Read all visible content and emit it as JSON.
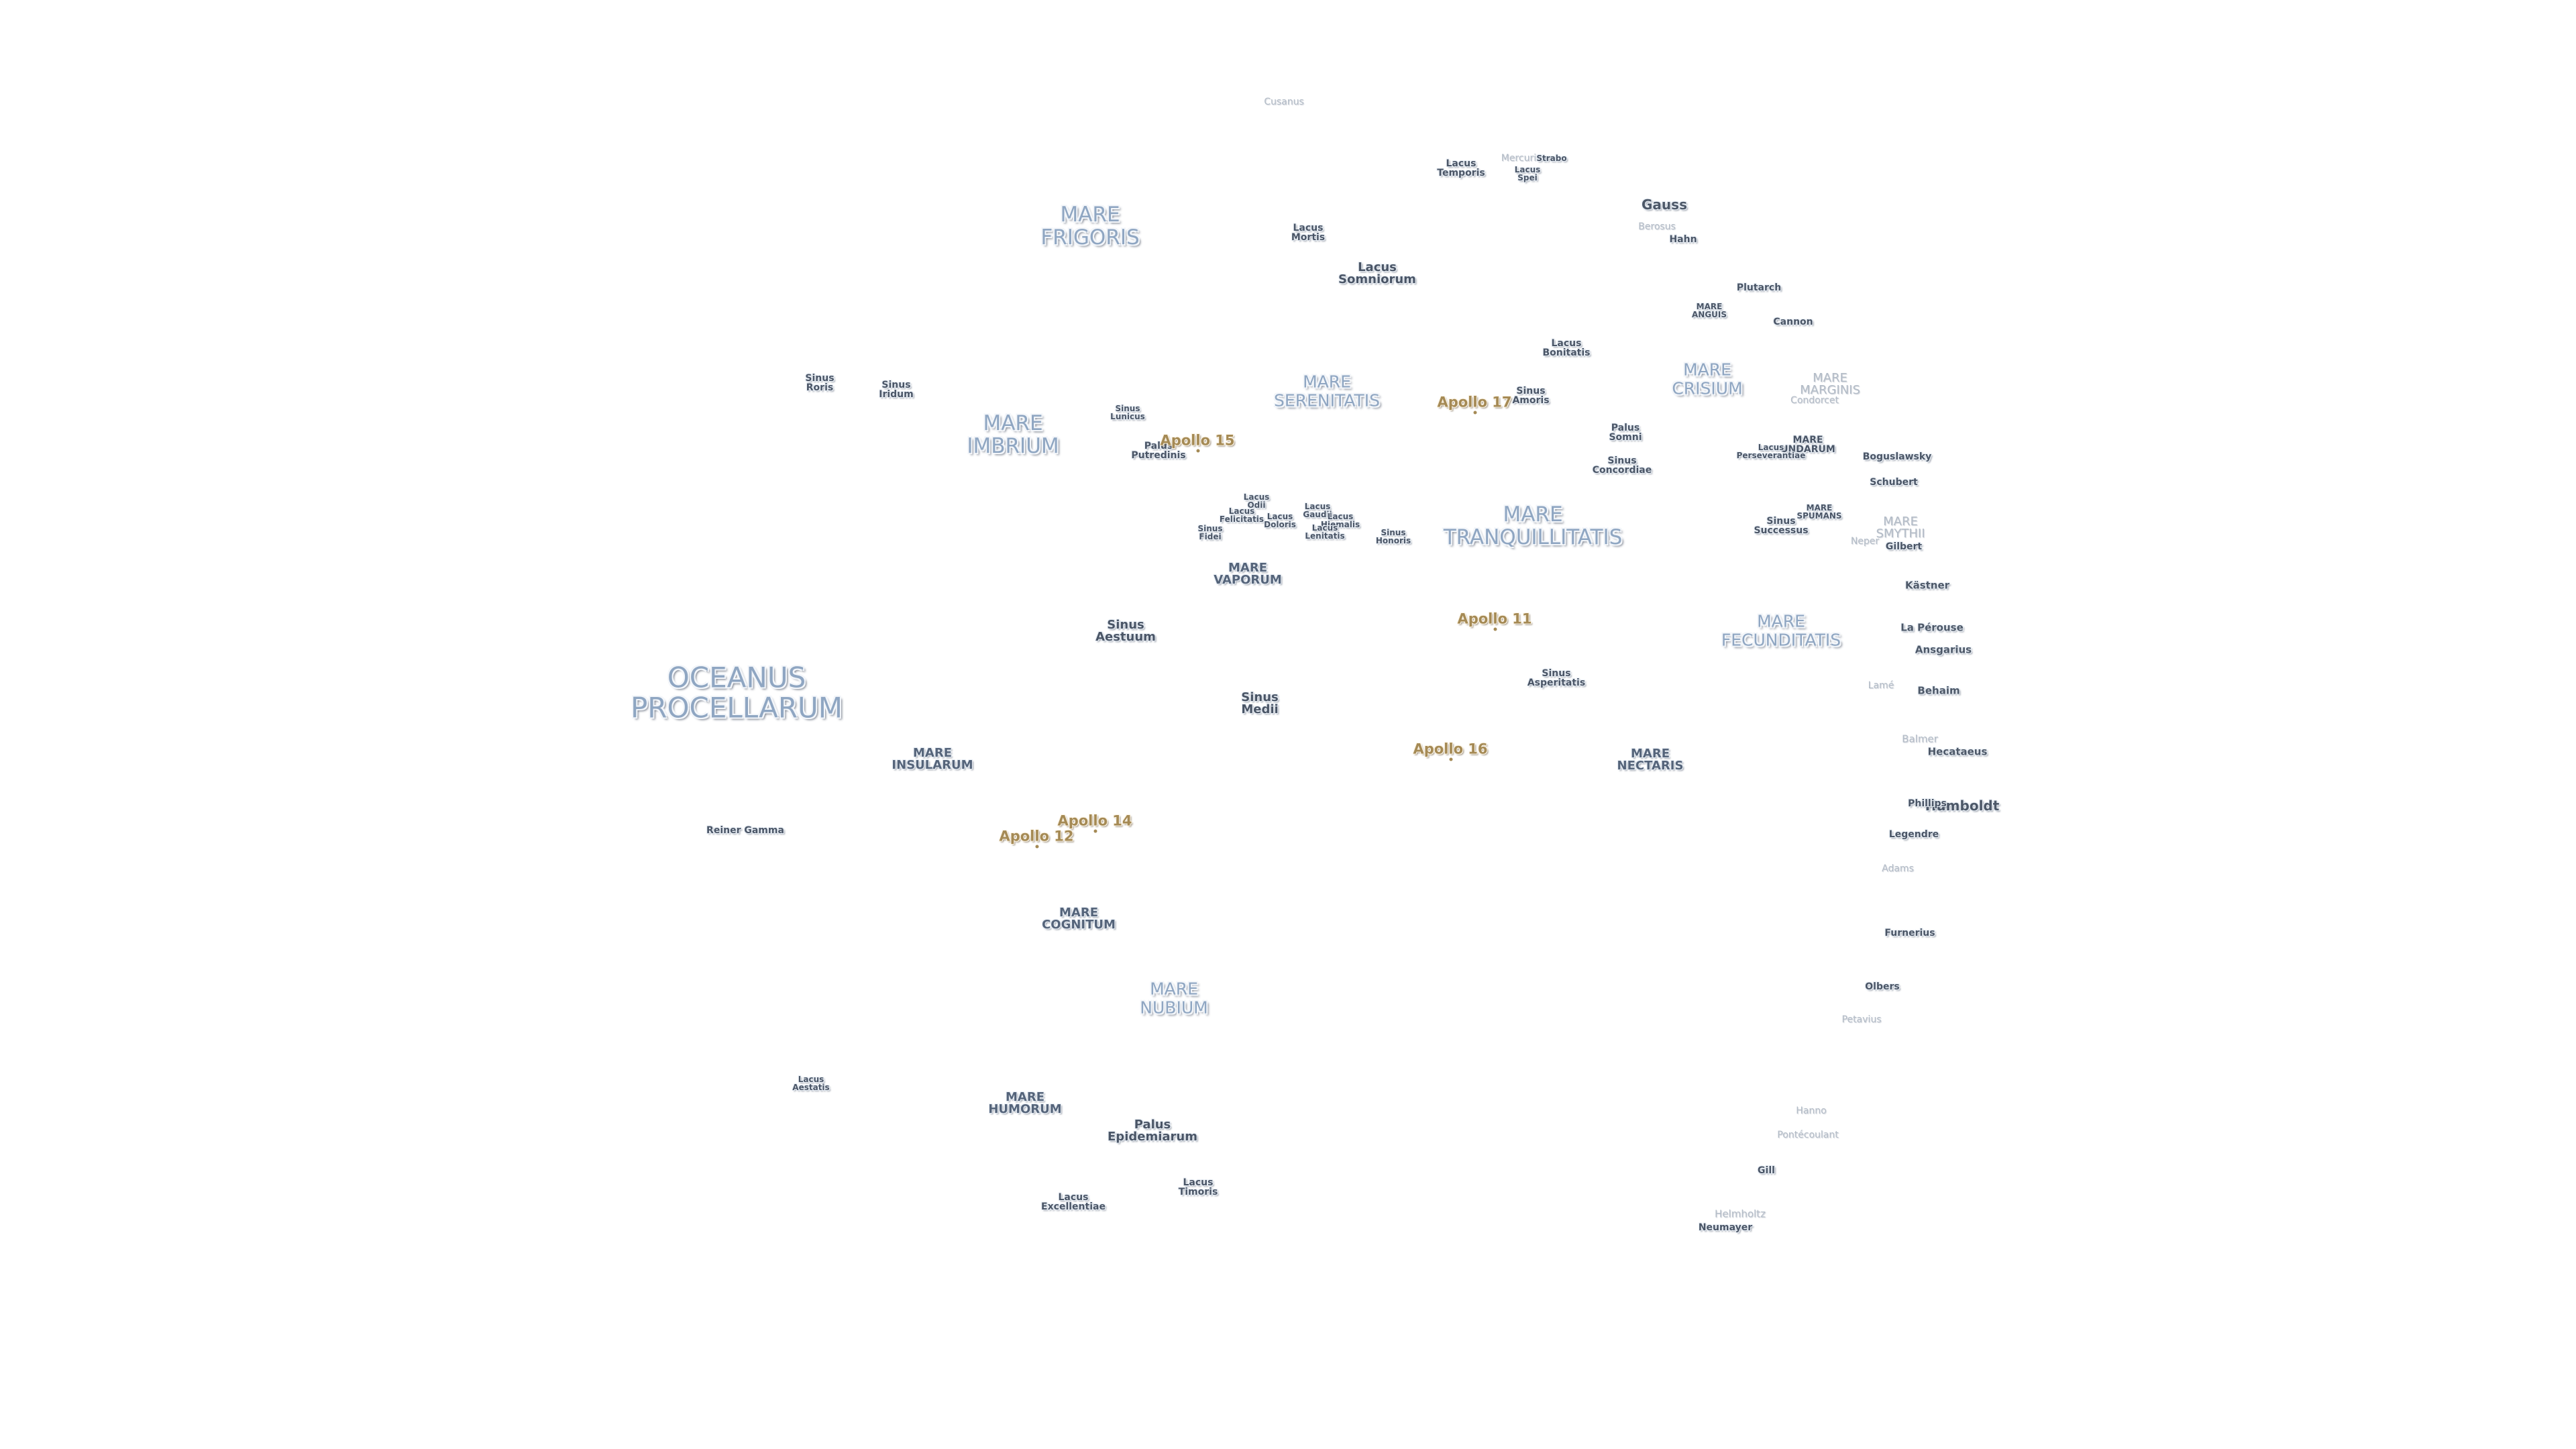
{
  "maria": [
    {
      "name": "OCEANUS\nPROCELLARUM",
      "size": "ocean"
    },
    {
      "name": "MARE\nFRIGORIS",
      "size": "mare-lg"
    },
    {
      "name": "MARE\nIMBRIUM",
      "size": "mare-lg"
    },
    {
      "name": "MARE\nSERENITATIS",
      "size": "mare-md"
    },
    {
      "name": "MARE\nTRANQUILLITATIS",
      "size": "mare-lg"
    },
    {
      "name": "MARE\nFECUNDITATIS",
      "size": "mare-md"
    },
    {
      "name": "MARE\nCRISIUM",
      "size": "mare-md"
    },
    {
      "name": "MARE\nNUBIUM",
      "size": "mare-md"
    },
    {
      "name": "MARE\nINSULARUM",
      "size": "mare-sm"
    },
    {
      "name": "MARE\nNECTARIS",
      "size": "mare-sm"
    },
    {
      "name": "MARE\nVAPORUM",
      "size": "mare-sm"
    },
    {
      "name": "MARE\nCOGNITUM",
      "size": "mare-sm"
    },
    {
      "name": "MARE\nHUMORUM",
      "size": "mare-sm"
    },
    {
      "name": "MARE\nMARGINIS",
      "size": "sm faint"
    },
    {
      "name": "MARE\nSMYTHII",
      "size": "sm faint"
    },
    {
      "name": "MARE\nUNDARUM",
      "size": "xs"
    },
    {
      "name": "MARE\nSPUMANS",
      "size": "xxs"
    },
    {
      "name": "MARE\nANGUIS",
      "size": "xxs"
    }
  ],
  "features": [
    {
      "name": "Lacus\nSomniorum",
      "size": "sm"
    },
    {
      "name": "Lacus\nMortis",
      "size": "xs"
    },
    {
      "name": "Lacus\nTemporis",
      "size": "xs"
    },
    {
      "name": "Lacus\nSpei",
      "size": "xxs"
    },
    {
      "name": "Sinus\nIridum",
      "size": "xs"
    },
    {
      "name": "Sinus\nRoris",
      "size": "xs"
    },
    {
      "name": "Sinus\nLunicus",
      "size": "xxs"
    },
    {
      "name": "Palus\nPutredinis",
      "size": "xs"
    },
    {
      "name": "Sinus\nAestuum",
      "size": "sm"
    },
    {
      "name": "Sinus\nMedii",
      "size": "sm"
    },
    {
      "name": "Sinus\nAmoris",
      "size": "xs"
    },
    {
      "name": "Lacus\nBonitatis",
      "size": "xs"
    },
    {
      "name": "Palus\nSomni",
      "size": "xs"
    },
    {
      "name": "Sinus\nConcordiae",
      "size": "xs"
    },
    {
      "name": "Sinus\nAsperitatis",
      "size": "xs"
    },
    {
      "name": "Sinus\nHonoris",
      "size": "xxs"
    },
    {
      "name": "Sinus\nSuccessus",
      "size": "xs"
    },
    {
      "name": "Lacus\nPerseverantiae",
      "size": "xxs"
    },
    {
      "name": "Palus\nEpidemiarum",
      "size": "sm"
    },
    {
      "name": "Lacus\nTimoris",
      "size": "xs"
    },
    {
      "name": "Lacus\nExcellentiae",
      "size": "xs"
    },
    {
      "name": "Lacus\nAestatis",
      "size": "xxs"
    },
    {
      "name": "Reiner Gamma",
      "size": "xs"
    },
    {
      "name": "Lacus\nOdii",
      "size": "xxs"
    },
    {
      "name": "Lacus\nFelicitatis",
      "size": "xxs"
    },
    {
      "name": "Lacus\nDoloris",
      "size": "xxs"
    },
    {
      "name": "Sinus\nFidei",
      "size": "xxs"
    },
    {
      "name": "Lacus\nGaudii",
      "size": "xxs"
    },
    {
      "name": "Lacus\nHiemalis",
      "size": "xxs"
    },
    {
      "name": "Lacus\nLenitatis",
      "size": "xxs"
    }
  ],
  "craters": [
    {
      "name": "Cusanus",
      "size": "xs faint"
    },
    {
      "name": "Mercurius",
      "size": "xs faint"
    },
    {
      "name": "Strabo",
      "size": "xxs"
    },
    {
      "name": "Gauss",
      "size": "crater-lg"
    },
    {
      "name": "Berosus",
      "size": "xs faint"
    },
    {
      "name": "Hahn",
      "size": "xs"
    },
    {
      "name": "Plutarch",
      "size": "xs"
    },
    {
      "name": "Cannon",
      "size": "xs"
    },
    {
      "name": "Condorcet",
      "size": "xs faint"
    },
    {
      "name": "Boguslawsky",
      "size": "xs"
    },
    {
      "name": "Schubert",
      "size": "xs"
    },
    {
      "name": "Neper",
      "size": "xs faint"
    },
    {
      "name": "Gilbert",
      "size": "xs"
    },
    {
      "name": "Kästner",
      "size": "crater"
    },
    {
      "name": "La Pérouse",
      "size": "crater"
    },
    {
      "name": "Ansgarius",
      "size": "crater"
    },
    {
      "name": "Lamé",
      "size": "xs faint"
    },
    {
      "name": "Behaim",
      "size": "crater"
    },
    {
      "name": "Balmer",
      "size": "crater faint"
    },
    {
      "name": "Hecataeus",
      "size": "crater"
    },
    {
      "name": "Humboldt",
      "size": "crater-lg"
    },
    {
      "name": "Phillips",
      "size": "xs"
    },
    {
      "name": "Legendre",
      "size": "xs"
    },
    {
      "name": "Adams",
      "size": "xs faint"
    },
    {
      "name": "Furnerius",
      "size": "xs"
    },
    {
      "name": "Olbers",
      "size": "xs"
    },
    {
      "name": "Petavius",
      "size": "xs faint"
    },
    {
      "name": "Hanno",
      "size": "xs faint"
    },
    {
      "name": "Pontécoulant",
      "size": "xs faint"
    },
    {
      "name": "Gill",
      "size": "xs"
    },
    {
      "name": "Helmholtz",
      "size": "crater faint"
    },
    {
      "name": "Neumayer",
      "size": "xs"
    }
  ],
  "landings": [
    {
      "name": "Apollo 11"
    },
    {
      "name": "Apollo 12"
    },
    {
      "name": "Apollo 14"
    },
    {
      "name": "Apollo 15"
    },
    {
      "name": "Apollo 16"
    },
    {
      "name": "Apollo 17"
    }
  ]
}
